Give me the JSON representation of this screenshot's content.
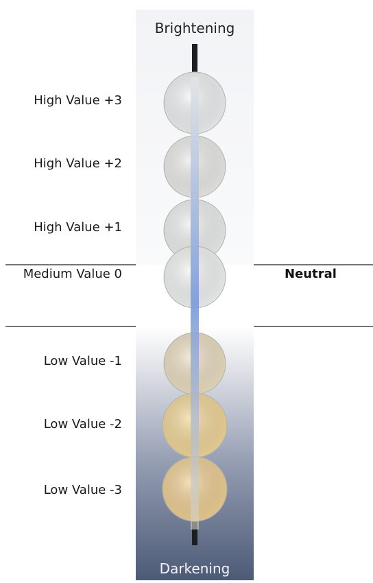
{
  "scale": {
    "top_label": "Brightening",
    "bottom_label": "Darkening",
    "neutral_label": "Neutral",
    "steps": [
      {
        "label": "High Value +3",
        "value": 3,
        "color": "#f1f2f3"
      },
      {
        "label": "High Value +2",
        "value": 2,
        "color": "#ececea"
      },
      {
        "label": "High Value +1",
        "value": 1,
        "color": "#eef0ef"
      },
      {
        "label": "Medium Value 0",
        "value": 0,
        "color": "#f3f4f4"
      },
      {
        "label": "Low Value -1",
        "value": -1,
        "color": "#ecdfc4"
      },
      {
        "label": "Low Value -2",
        "value": -2,
        "color": "#f2d79a"
      },
      {
        "label": "Low Value -3",
        "value": -3,
        "color": "#efcf95"
      }
    ]
  },
  "colors": {
    "bright_top": "#f3f4f7",
    "dark_bottom": "#4c5a76",
    "blue_strip": "#7f9fd8",
    "rod": "#1b1f24",
    "divider": "#222222"
  }
}
